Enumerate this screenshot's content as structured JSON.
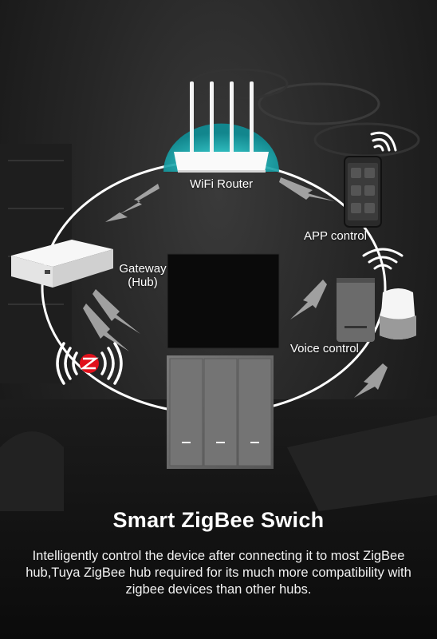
{
  "labels": {
    "router": "WiFi Router",
    "app": "APP control",
    "gateway": "Gateway\n(Hub)",
    "voice": "Voice control"
  },
  "title": "Smart ZigBee Swich",
  "description": "Intelligently control the device after connecting it to most ZigBee hub,Tuya ZigBee hub required for its much more compatibility with zigbee devices than other hubs.",
  "icons": {
    "router": "router-icon",
    "phone": "smartphone-icon",
    "speaker_echo": "smart-speaker-icon",
    "speaker_home": "google-home-icon",
    "gateway": "zigbee-gateway-icon",
    "zigbee": "zigbee-logo-icon",
    "switch": "three-gang-switch-icon",
    "wifi": "wifi-signal-icon"
  },
  "colors": {
    "accent": "#2ec4c4",
    "zigbee_red": "#e0101b",
    "ring": "#ffffff",
    "switch_panel": "#6e6e6e"
  }
}
